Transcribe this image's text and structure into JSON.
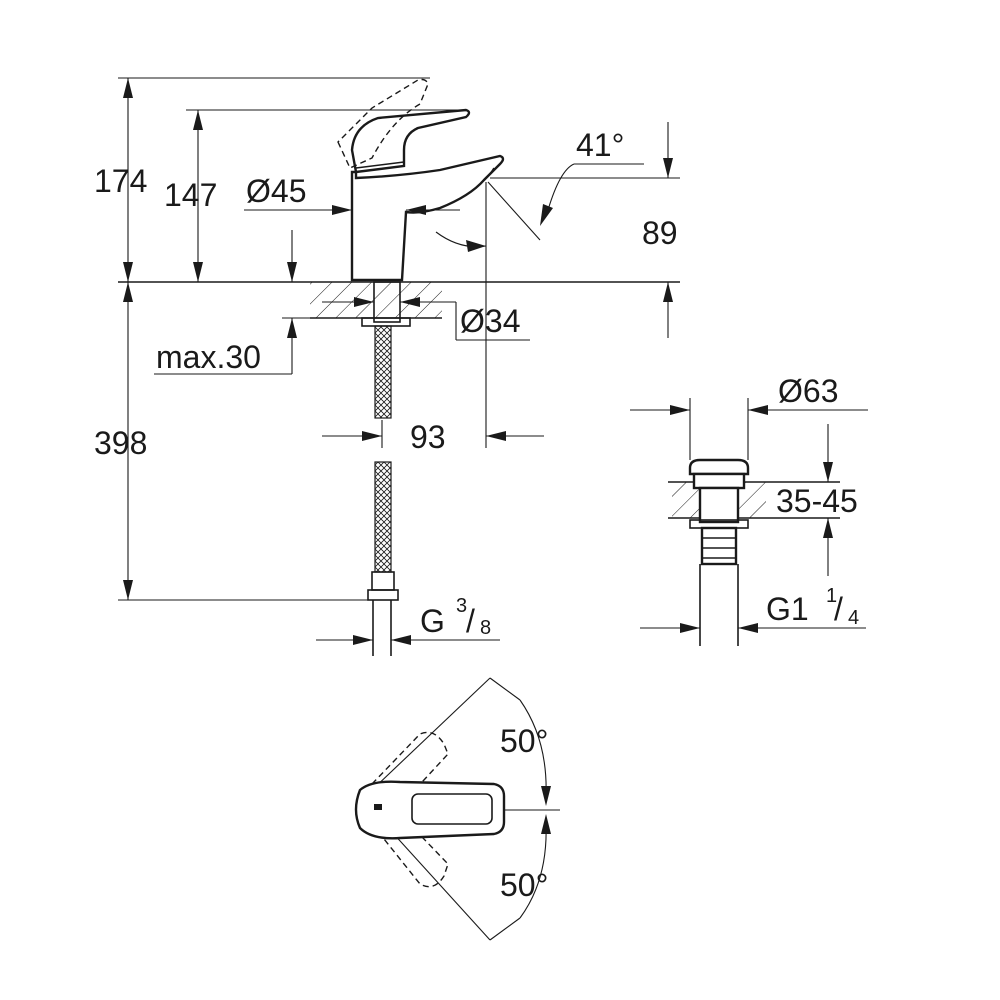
{
  "labels": {
    "height_total": "174",
    "height_spout": "147",
    "body_diameter": "Ø45",
    "spout_angle": "41°",
    "spout_height": "89",
    "hole_diameter": "Ø34",
    "max_thickness": "max.30",
    "hose_length": "398",
    "projection": "93",
    "connection_thread_prefix": "G",
    "connection_thread_num": "3",
    "connection_thread_den": "8",
    "waste_diameter": "Ø63",
    "waste_range": "35-45",
    "waste_thread_prefix": "G1",
    "waste_thread_num": "1",
    "waste_thread_den": "4",
    "rotation_upper": "50°",
    "rotation_lower": "50°"
  }
}
